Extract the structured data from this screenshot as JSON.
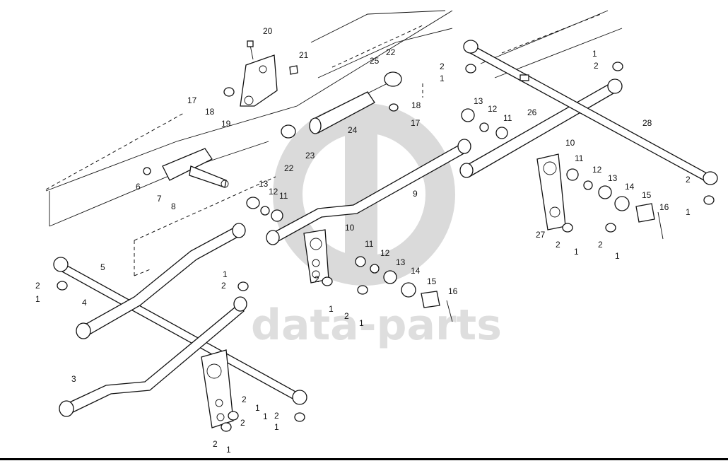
{
  "diagram": {
    "watermark_text": "data-parts",
    "callout_labels": [
      {
        "id": "20",
        "text": "20"
      },
      {
        "id": "21",
        "text": "21"
      },
      {
        "id": "22a",
        "text": "22"
      },
      {
        "id": "25",
        "text": "25"
      },
      {
        "id": "17a",
        "text": "17"
      },
      {
        "id": "18a",
        "text": "18"
      },
      {
        "id": "19",
        "text": "19"
      },
      {
        "id": "18b",
        "text": "18"
      },
      {
        "id": "17b",
        "text": "17"
      },
      {
        "id": "24",
        "text": "24"
      },
      {
        "id": "23",
        "text": "23"
      },
      {
        "id": "22b",
        "text": "22"
      },
      {
        "id": "6",
        "text": "6"
      },
      {
        "id": "7",
        "text": "7"
      },
      {
        "id": "8",
        "text": "8"
      },
      {
        "id": "13a",
        "text": "13"
      },
      {
        "id": "12a",
        "text": "12"
      },
      {
        "id": "11a",
        "text": "11"
      },
      {
        "id": "9",
        "text": "9"
      },
      {
        "id": "10a",
        "text": "10"
      },
      {
        "id": "11b",
        "text": "11"
      },
      {
        "id": "12b",
        "text": "12"
      },
      {
        "id": "13b",
        "text": "13"
      },
      {
        "id": "14a",
        "text": "14"
      },
      {
        "id": "15a",
        "text": "15"
      },
      {
        "id": "16a",
        "text": "16"
      },
      {
        "id": "2a",
        "text": "2"
      },
      {
        "id": "1a",
        "text": "1"
      },
      {
        "id": "2b",
        "text": "2"
      },
      {
        "id": "1b",
        "text": "1"
      },
      {
        "id": "5",
        "text": "5"
      },
      {
        "id": "4",
        "text": "4"
      },
      {
        "id": "3",
        "text": "3"
      },
      {
        "id": "2c",
        "text": "2"
      },
      {
        "id": "1c",
        "text": "1"
      },
      {
        "id": "1d",
        "text": "1"
      },
      {
        "id": "2d",
        "text": "2"
      },
      {
        "id": "2e",
        "text": "2"
      },
      {
        "id": "1e",
        "text": "1"
      },
      {
        "id": "2f",
        "text": "2"
      },
      {
        "id": "1f",
        "text": "1"
      },
      {
        "id": "2g",
        "text": "2"
      },
      {
        "id": "1g",
        "text": "1"
      },
      {
        "id": "2h",
        "text": "2"
      },
      {
        "id": "1h",
        "text": "1"
      },
      {
        "id": "13c",
        "text": "13"
      },
      {
        "id": "12c",
        "text": "12"
      },
      {
        "id": "11c",
        "text": "11"
      },
      {
        "id": "26",
        "text": "26"
      },
      {
        "id": "10b",
        "text": "10"
      },
      {
        "id": "11d",
        "text": "11"
      },
      {
        "id": "12d",
        "text": "12"
      },
      {
        "id": "13d",
        "text": "13"
      },
      {
        "id": "14b",
        "text": "14"
      },
      {
        "id": "15b",
        "text": "15"
      },
      {
        "id": "16b",
        "text": "16"
      },
      {
        "id": "27",
        "text": "27"
      },
      {
        "id": "2i",
        "text": "2"
      },
      {
        "id": "1i",
        "text": "1"
      },
      {
        "id": "2j",
        "text": "2"
      },
      {
        "id": "1j",
        "text": "1"
      },
      {
        "id": "1k",
        "text": "1"
      },
      {
        "id": "2k",
        "text": "2"
      },
      {
        "id": "1l",
        "text": "1"
      },
      {
        "id": "2l",
        "text": "2"
      },
      {
        "id": "28",
        "text": "28"
      },
      {
        "id": "2m",
        "text": "2"
      },
      {
        "id": "1m",
        "text": "1"
      },
      {
        "id": "2n",
        "text": "2"
      },
      {
        "id": "1n",
        "text": "1"
      }
    ]
  }
}
